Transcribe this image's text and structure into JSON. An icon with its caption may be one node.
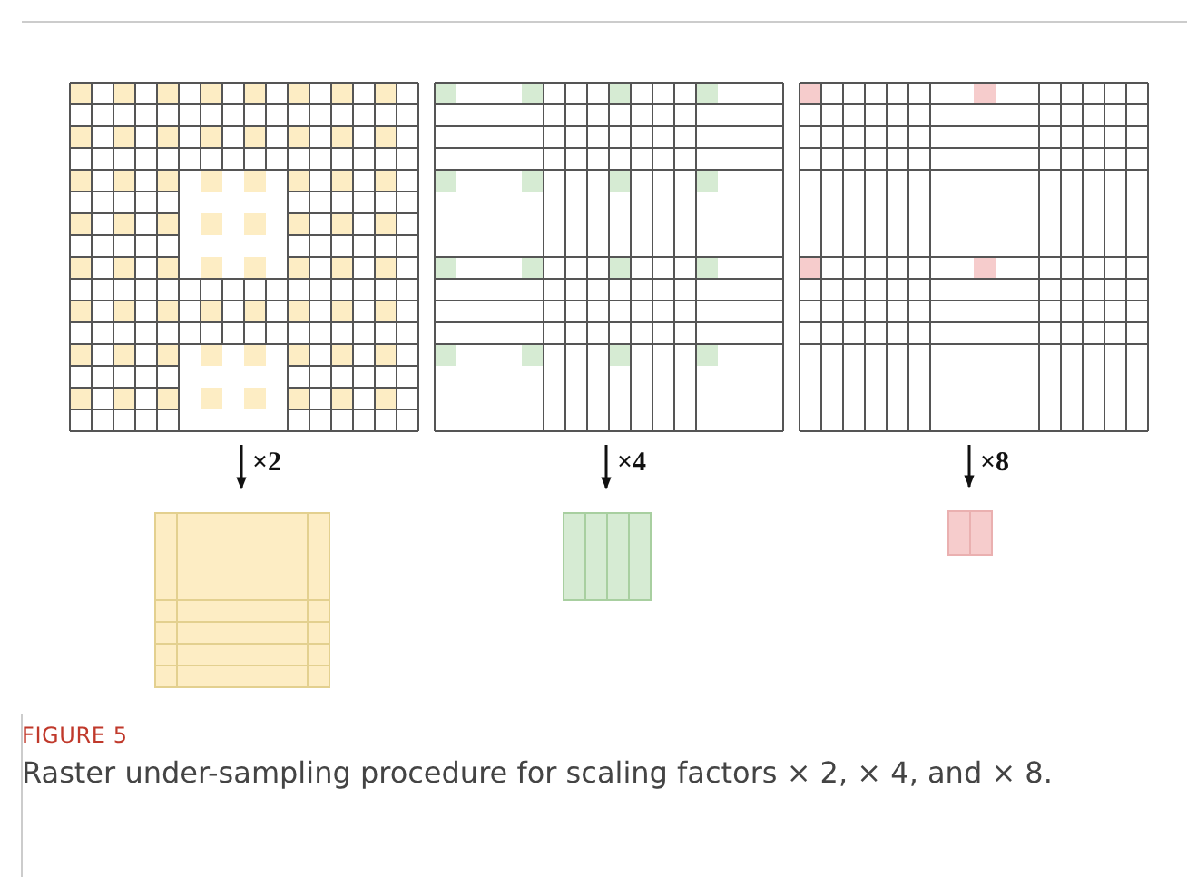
{
  "diagram": {
    "title": "FIGURE 5",
    "caption": "Raster under-sampling procedure for scaling factors × 2, × 4, and × 8.",
    "nodes": [
      {
        "text": [],
        "shape": "picture"
      },
      {
        "text": [],
        "shape": "picture"
      },
      {
        "text": [],
        "shape": "picture"
      },
      {
        "text": [],
        "shape": "picture"
      },
      {
        "text": [],
        "shape": "picture"
      },
      {
        "text": [],
        "shape": "picture"
      }
    ],
    "edges": [
      {
        "from": 0,
        "to": 3,
        "arrow": "to",
        "label": "×2"
      },
      {
        "from": 1,
        "to": 4,
        "arrow": "to",
        "label": "×4"
      },
      {
        "from": 2,
        "to": 5,
        "arrow": "to",
        "label": "×8"
      }
    ]
  }
}
